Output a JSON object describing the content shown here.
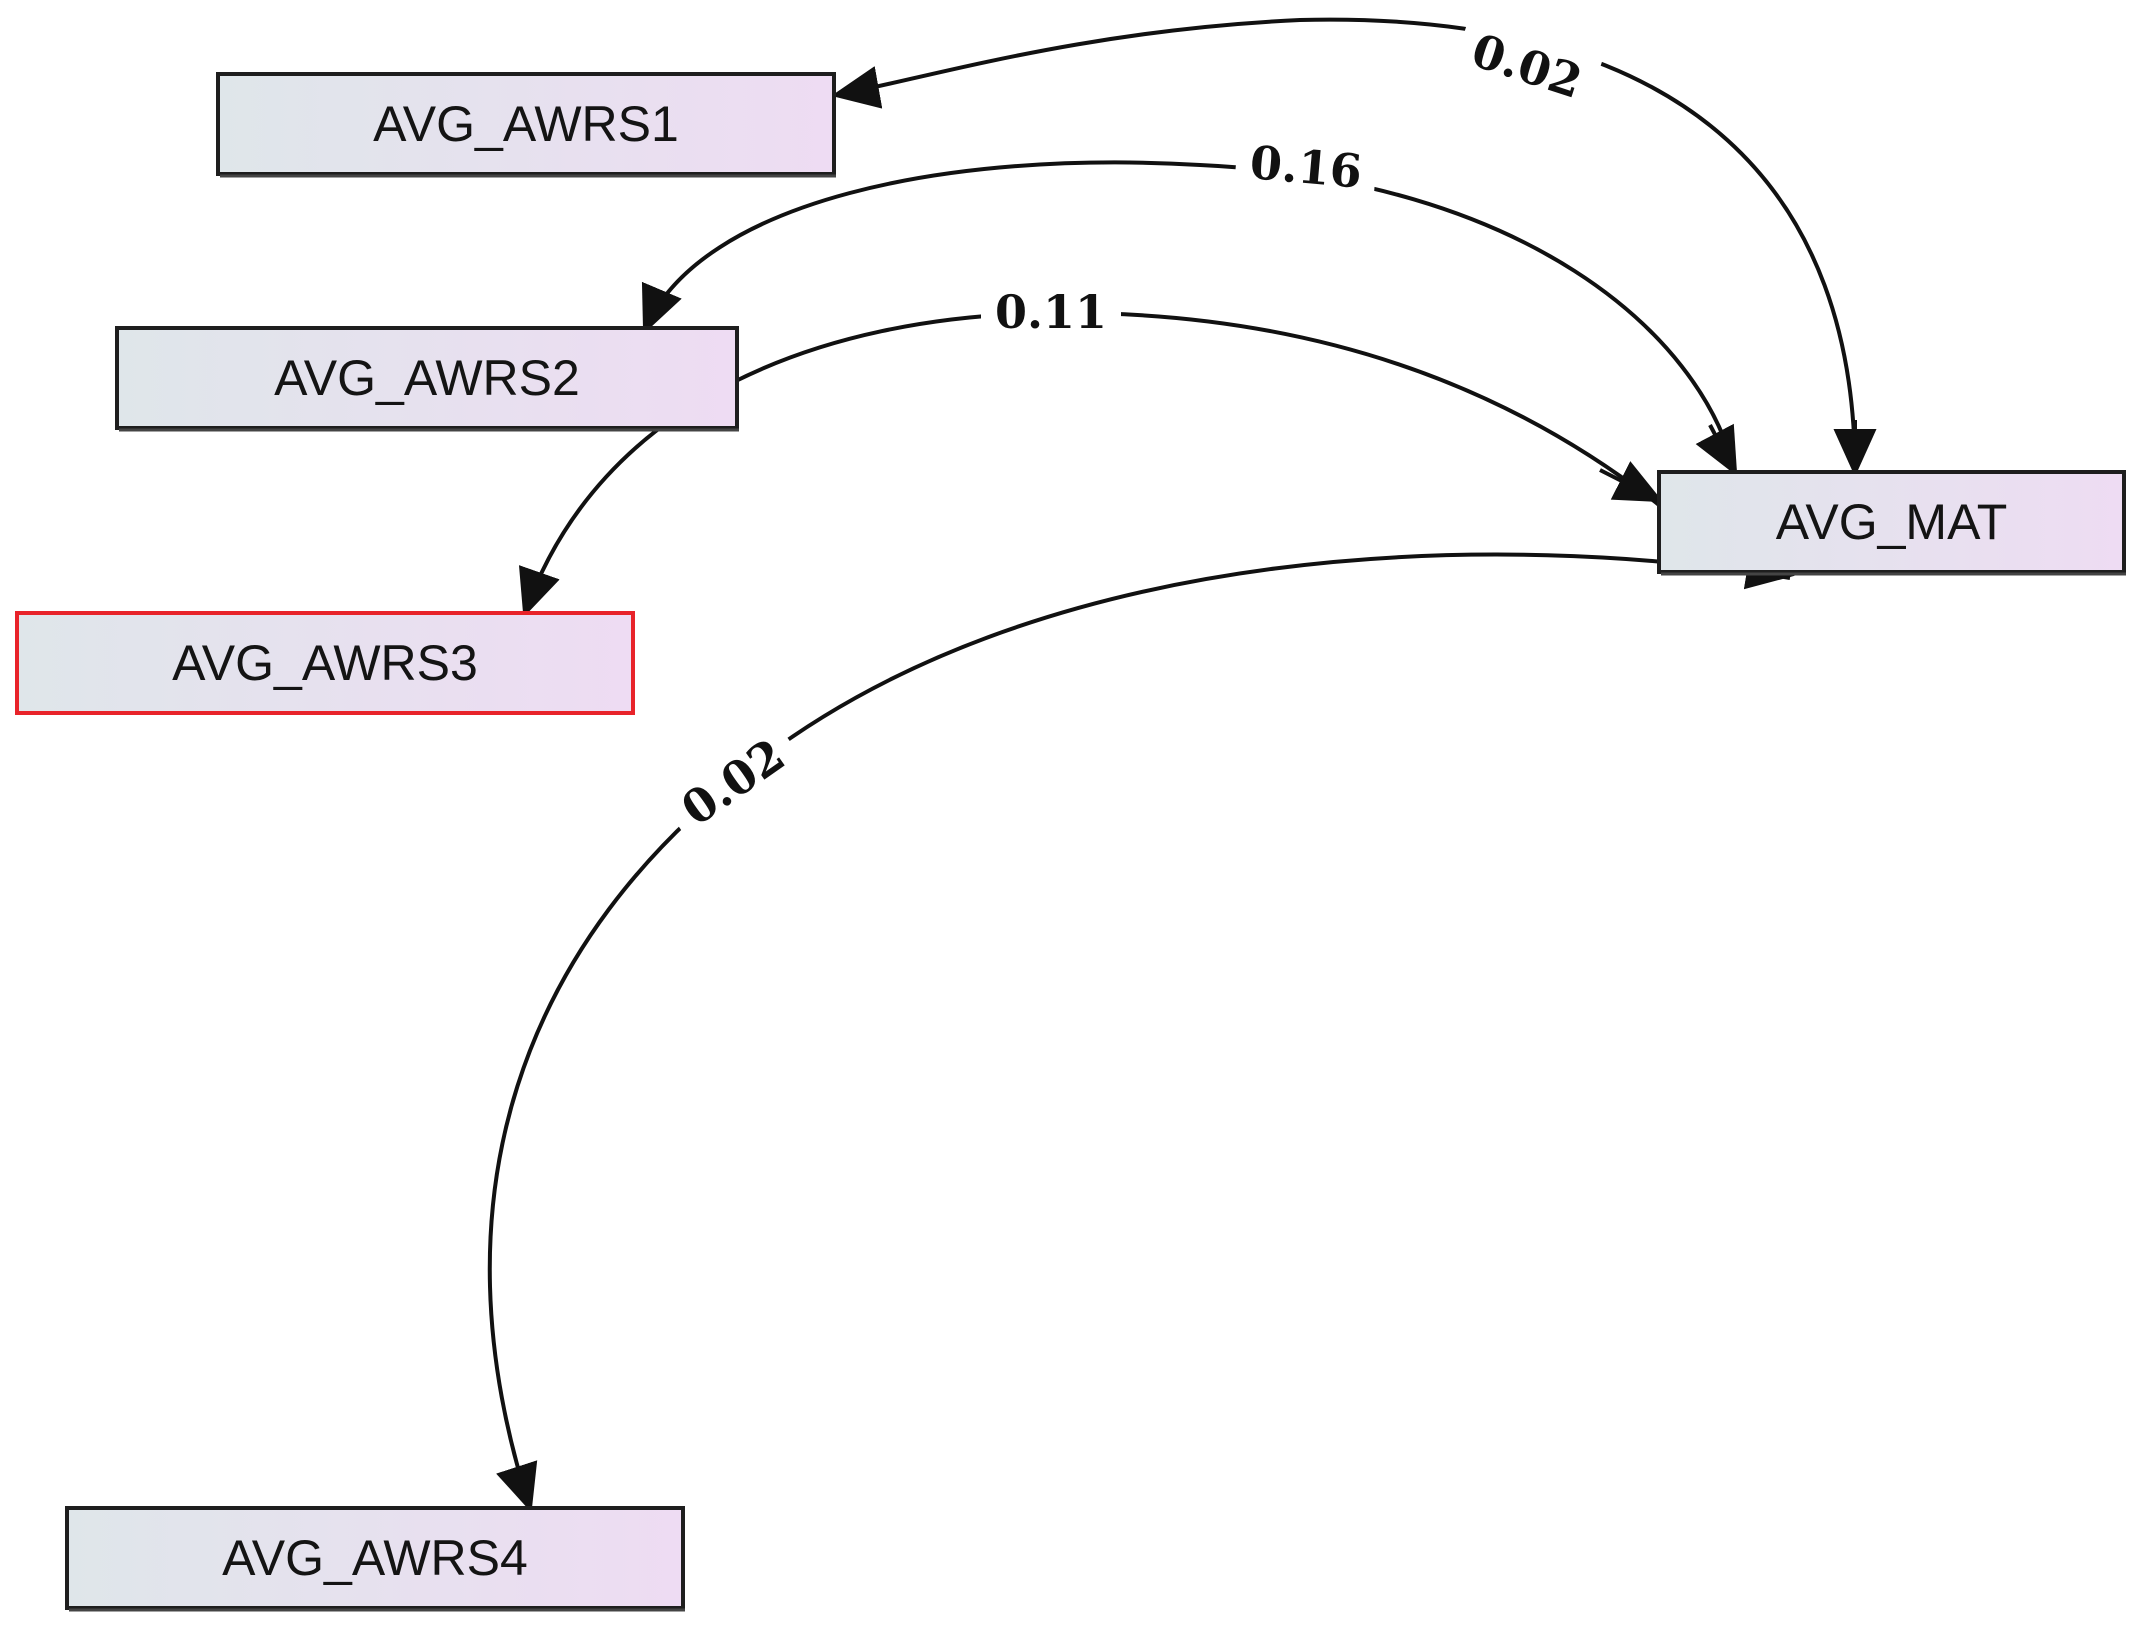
{
  "diagram": {
    "nodes": [
      {
        "id": "awrs1",
        "label": "AVG_AWRS1",
        "highlighted": false
      },
      {
        "id": "awrs2",
        "label": "AVG_AWRS2",
        "highlighted": false
      },
      {
        "id": "awrs3",
        "label": "AVG_AWRS3",
        "highlighted": true
      },
      {
        "id": "mat",
        "label": "AVG_MAT",
        "highlighted": false
      },
      {
        "id": "awrs4",
        "label": "AVG_AWRS4",
        "highlighted": false
      }
    ],
    "edges": [
      {
        "from": "mat",
        "to": "awrs1",
        "label": "0.02"
      },
      {
        "from": "awrs2",
        "to": "mat",
        "label": "0.16"
      },
      {
        "from": "mat",
        "to": "awrs2",
        "label": "0.16"
      },
      {
        "from": "awrs3",
        "to": "mat",
        "label": "0.11"
      },
      {
        "from": "mat",
        "to": "awrs3",
        "label": "0.11"
      },
      {
        "from": "awrs1",
        "to": "mat",
        "label": "0.02"
      },
      {
        "from": "mat",
        "to": "awrs4",
        "label": "0.02"
      },
      {
        "from": "awrs4",
        "to": "mat",
        "label": "0.02"
      }
    ],
    "colors": {
      "node_fill_left": "#dfe6ea",
      "node_fill_right": "#eedcf3",
      "node_border": "#1e1e1e",
      "highlight_border": "#e8232a",
      "edge": "#111111"
    }
  }
}
